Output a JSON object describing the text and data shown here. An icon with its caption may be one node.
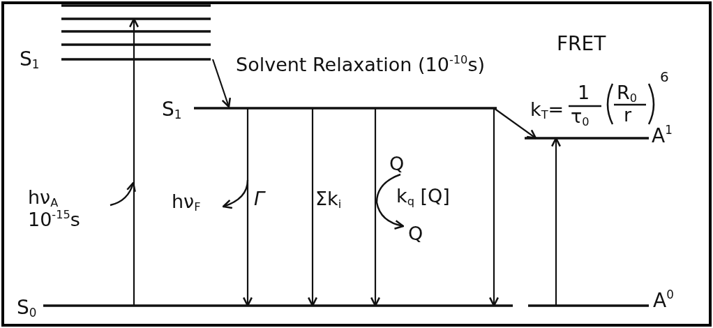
{
  "diagram": {
    "nodes": [
      {
        "text": [
          "S$_{1}$"
        ]
      },
      {
        "text": [
          "S$_{1}$"
        ]
      },
      {
        "text": [
          "S$_{0}$"
        ]
      },
      {
        "text": [
          "A$^{1}$"
        ]
      },
      {
        "text": [
          "A$^{0}$"
        ]
      }
    ],
    "edges": [
      {
        "from": 2,
        "to": 0,
        "arrow": "to"
      },
      {
        "from": 0,
        "to": 1,
        "arrow": "to"
      },
      {
        "from": 1,
        "to": 2,
        "arrow": "to"
      },
      {
        "from": 1,
        "to": 2,
        "arrow": "to"
      },
      {
        "from": 1,
        "to": 2,
        "arrow": "to"
      },
      {
        "from": 1,
        "to": 2,
        "arrow": "to"
      },
      {
        "from": 1,
        "to": 3,
        "arrow": "to"
      },
      {
        "from": 4,
        "to": 3,
        "arrow": "to"
      }
    ],
    "labels": [
      "Solvent Relaxation (10$^{-10}$s)",
      "FRET",
      "k$_{T}$=",
      "1",
      "τ$_{0}$",
      "R$_{0}$",
      "r",
      "6",
      "hν$_{A}$",
      "10$^{-15}$s",
      "hν$_{F}$",
      "Γ",
      "Σk$_{i}$",
      "Q",
      "k$_{q}$ [Q]",
      "Q"
    ]
  }
}
